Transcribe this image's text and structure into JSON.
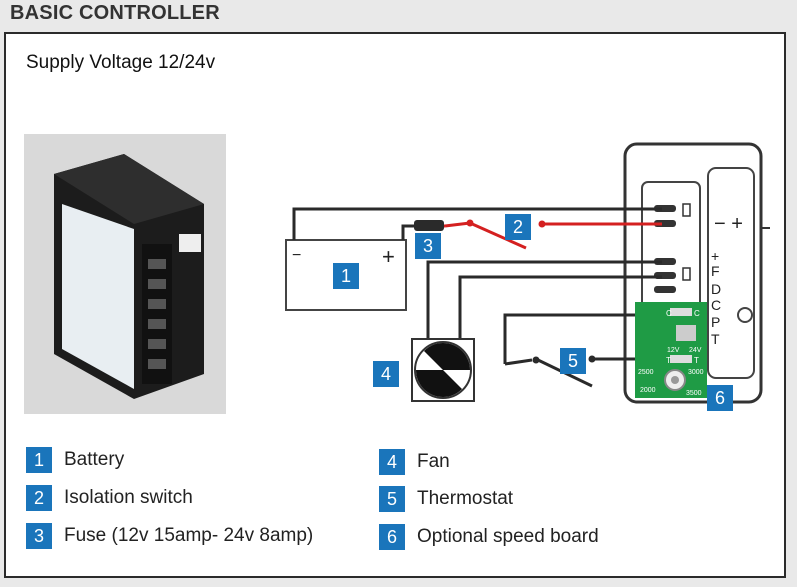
{
  "header": {
    "title": "BASIC CONTROLLER"
  },
  "supply_label": "Supply Voltage 12/24v",
  "diagram": {
    "badges": [
      "1",
      "2",
      "3",
      "4",
      "5",
      "6"
    ],
    "controller_terminals": [
      "+",
      "F",
      "D",
      "C",
      "P",
      "T"
    ],
    "controller_polarity": "− +",
    "battery_minus": "−",
    "battery_plus": "+",
    "board": {
      "c_label": "C",
      "t_label": "T",
      "v12": "12V",
      "v24": "24V",
      "r2500": "2500",
      "r3000": "3000",
      "r2000": "2000",
      "r3500": "3500"
    },
    "colors": {
      "accent": "#1a75bb",
      "wire_red": "#d42020",
      "wire_dark": "#2a2a2a",
      "board_green": "#1f9b45"
    }
  },
  "legend": [
    {
      "num": "1",
      "label": "Battery"
    },
    {
      "num": "2",
      "label": "Isolation switch"
    },
    {
      "num": "3",
      "label": "Fuse (12v 15amp- 24v 8amp)"
    },
    {
      "num": "4",
      "label": "Fan"
    },
    {
      "num": "5",
      "label": "Thermostat"
    },
    {
      "num": "6",
      "label": "Optional speed board"
    }
  ]
}
